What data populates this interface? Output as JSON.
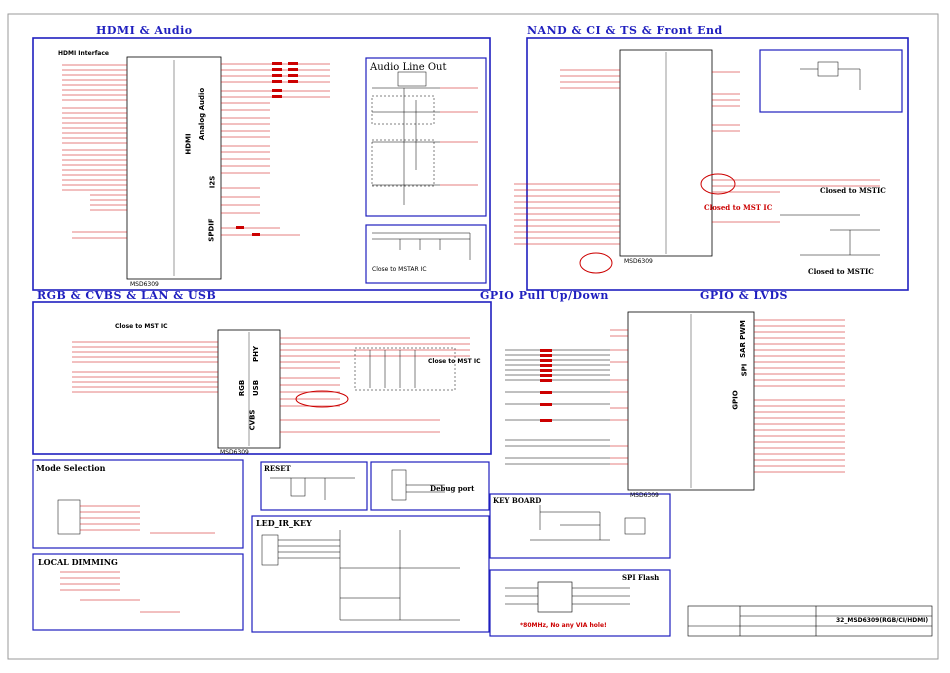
{
  "sections": {
    "hdmi_audio": "HDMI & Audio",
    "nand_ci_ts": "NAND & CI & TS & Front End",
    "rgb_cvbs_lan_usb": "RGB & CVBS & LAN & USB",
    "gpio_pull": "GPIO Pull Up/Down",
    "gpio_lvds": "GPIO & LVDS"
  },
  "labels": {
    "hdmi_interface": "HDMI Interface",
    "audio_line_out": "Audio Line Out",
    "close_to_nfc": "Close to MSTAR IC",
    "close_msc_1": "Closed to MSTIC",
    "close_msc_2": "Closed to MST IC",
    "close_msc_3": "Closed to MSTIC",
    "close_to_mst_ic": "Close to MST IC",
    "close_to_mst_ic_2": "Close to MST IC",
    "mode_selection": "Mode Selection",
    "local_dimming": "LOCAL DIMMING",
    "reset": "RESET",
    "debug_port": "Debug port",
    "led_ir_key": "LED_IR_KEY",
    "key_board": "KEY BOARD",
    "spi_flash": "SPI Flash",
    "spi_note": "*80MHz, No any VIA hole!",
    "part_number": "32_MSD6309(RGB/CI/HDMI)",
    "chip_label": "MSD6309",
    "block_hdmi": "HDMI",
    "block_analog_audio": "Analog Audio",
    "block_i2s": "I2S",
    "block_spdif": "SPDIF",
    "block_phy": "PHY",
    "block_usb": "USB",
    "block_rgb": "RGB",
    "block_cvbs": "CVBS",
    "block_pwm": "PWM",
    "block_sar": "SAR",
    "block_spi": "SPI",
    "block_gpio": "GPIO"
  }
}
